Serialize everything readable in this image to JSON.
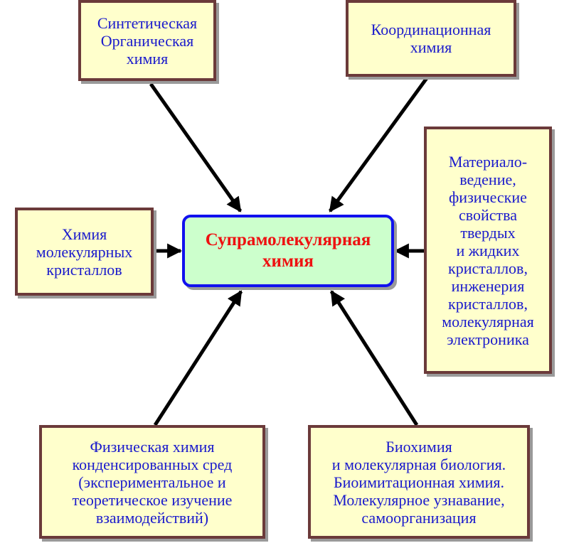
{
  "center": {
    "text": "Супрамолекулярная\nхимия"
  },
  "boxes": {
    "synthetic": {
      "text": "Синтетическая\nОрганическая\nхимия"
    },
    "coordination": {
      "text": "Координационная\nхимия"
    },
    "molecular_crystals": {
      "text": "Химия\nмолекулярных\nкристаллов"
    },
    "materials": {
      "text": "Материало-\nведение,\nфизические\nсвойства\nтвердых\nи жидких\nкристаллов,\nинженерия\nкристаллов,\nмолекулярная\nэлектроника"
    },
    "physical": {
      "text": "Физическая химия\nконденсированных сред\n(экспериментальное и\nтеоретическое изучение\nвзаимодействий)"
    },
    "biochemistry": {
      "text": "Биохимия\nи молекулярная биология.\nБиоимитационная химия.\nМолекулярное узнавание,\nсамоорганизация"
    }
  },
  "colors": {
    "box_fill": "#ffffcc",
    "box_border": "#6b3a3a",
    "box_text": "#1a1acc",
    "center_fill": "#ccffcc",
    "center_border": "#1111ee",
    "center_text": "#ee1111",
    "arrow": "#000000"
  }
}
